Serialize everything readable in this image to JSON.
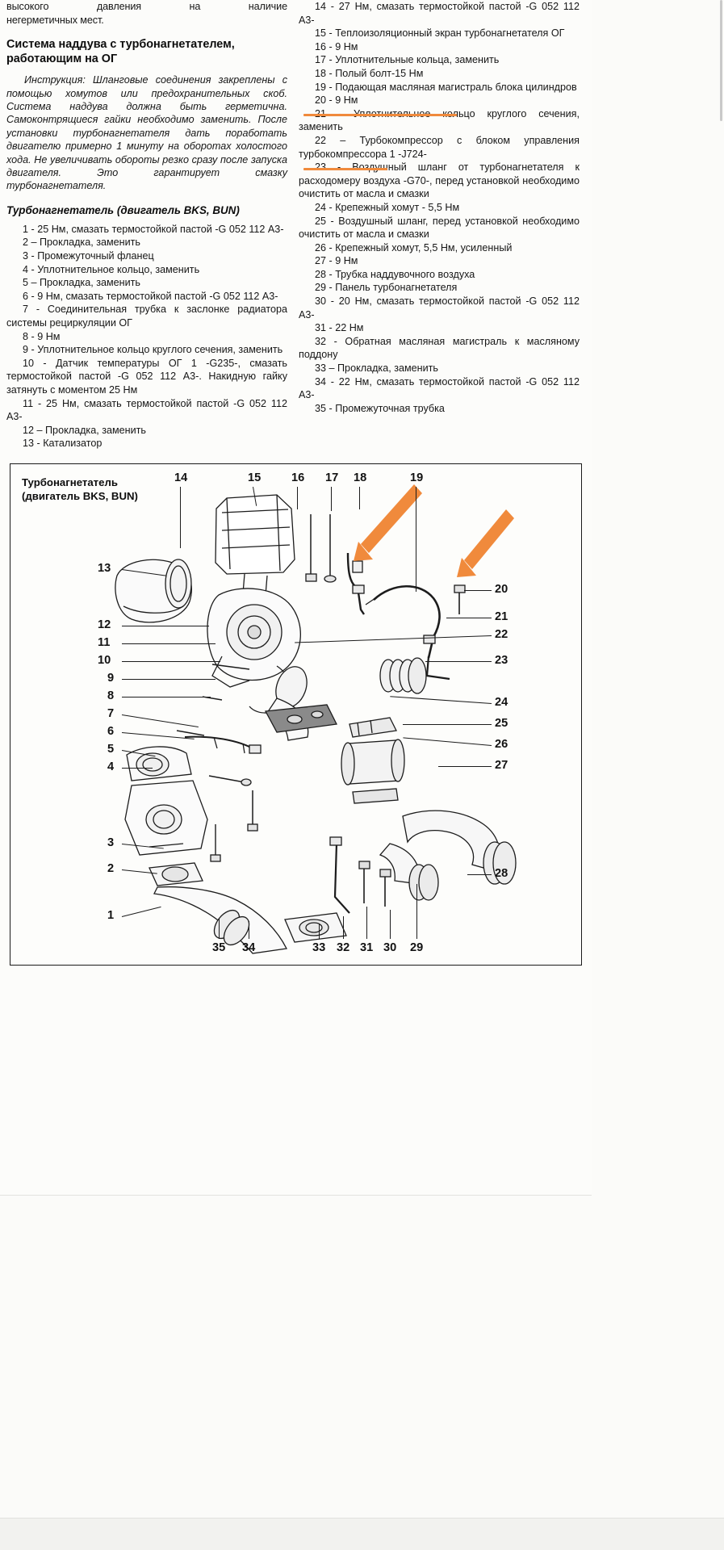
{
  "document": {
    "type": "scanned-manual-page",
    "language": "ru",
    "top_fragment_lines": [
      "высокого давления на наличие",
      "негерметичных мест."
    ],
    "section_heading": "Система наддува с турбонагнетателем, работающим на ОГ",
    "note": "Инструкция: Шланговые соединения закреплены с помощью хомутов или предохранительных скоб. Система наддува должна быть герметична. Самоконтрящиеся гайки необходимо заменить. После установки турбонагнетателя дать поработать двигателю примерно 1 минуту на оборотах холостого хода. Не увеличивать обороты резко сразу после запуска двигателя. Это гарантирует смазку турбонагнетателя.",
    "subheading": "Турбонагнетатель (двигатель BKS, BUN)",
    "left_items": [
      "1 - 25 Нм, смазать термостойкой пастой -G 052 112 А3-",
      "2 – Прокладка, заменить",
      "3 - Промежуточный фланец",
      "4 - Уплотнительное кольцо, заменить",
      "5 – Прокладка, заменить",
      "6 - 9 Нм, смазать термостойкой пастой -G 052 112 А3-",
      "7 - Соединительная трубка к заслонке радиатора системы рециркуляции ОГ",
      "8 - 9 Нм",
      "9 - Уплотнительное кольцо круглого сечения, заменить",
      "10 - Датчик температуры ОГ 1 -G235-, смазать термостойкой пастой -G 052 112 А3-. Накидную гайку затянуть с моментом 25 Нм",
      "11 - 25 Нм, смазать термостойкой пастой -G 052 112 А3-",
      "12 – Прокладка, заменить",
      "13 - Катализатор"
    ],
    "right_items": [
      "14 - 27 Нм, смазать термостойкой пастой -G 052 112 А3-",
      "15 - Теплоизоляционный экран турбонагнетателя ОГ",
      "16 - 9 Нм",
      "17 - Уплотнительные кольца, заменить",
      "18 - Полый болт-15 Нм",
      "19 - Подающая масляная магистраль блока цилиндров",
      "20 - 9 Нм",
      "21 - Уплотнительное кольцо круглого сечения, заменить",
      "22 – Турбокомпрессор с блоком управления турбокомпрессора 1 -J724-",
      "23 - Воздушный шланг от турбонагнетателя к расходомеру воздуха -G70-, перед установкой необходимо очистить от масла и смазки",
      "24 - Крепежный хомут - 5,5 Нм",
      "25 - Воздушный шланг, перед установкой необходимо очистить от масла и смазки",
      "26 - Крепежный хомут, 5,5 Нм, усиленный",
      "27 - 9 Нм",
      "28 - Трубка наддувочного воздуха",
      "29 - Панель турбонагнетателя",
      "30 - 20 Нм, смазать термостойкой пастой -G 052 112 А3-",
      "31 - 22 Нм",
      "32 - Обратная масляная магистраль к масляному поддону",
      "33 – Прокладка, заменить",
      "34 - 22 Нм, смазать термостойкой пастой -G 052 112 А3-",
      "35 - Промежуточная трубка"
    ],
    "highlights": [
      {
        "target": "18 - Полый болт-15 Нм",
        "color": "#f08a3c"
      },
      {
        "target": "20 - 9 Нм",
        "color": "#f08a3c"
      }
    ],
    "figure": {
      "title_line1": "Турбонагнетатель",
      "title_line2": "(двигатель BKS, BUN)",
      "top_callouts": [
        "14",
        "15",
        "16",
        "17",
        "18",
        "19"
      ],
      "left_callouts": [
        "13",
        "12",
        "11",
        "10",
        "9",
        "8",
        "7",
        "6",
        "5",
        "4",
        "3",
        "2",
        "1"
      ],
      "right_callouts": [
        "20",
        "21",
        "22",
        "23",
        "24",
        "25",
        "26",
        "27",
        "28"
      ],
      "bottom_callouts": [
        "35",
        "34",
        "33",
        "32",
        "31",
        "30",
        "29"
      ],
      "annotation_arrows": [
        {
          "name": "arrow-to-callout-18",
          "color": "#f08a3c"
        },
        {
          "name": "arrow-to-callout-20",
          "color": "#f08a3c"
        }
      ]
    },
    "accent_color": "#f08a3c"
  }
}
